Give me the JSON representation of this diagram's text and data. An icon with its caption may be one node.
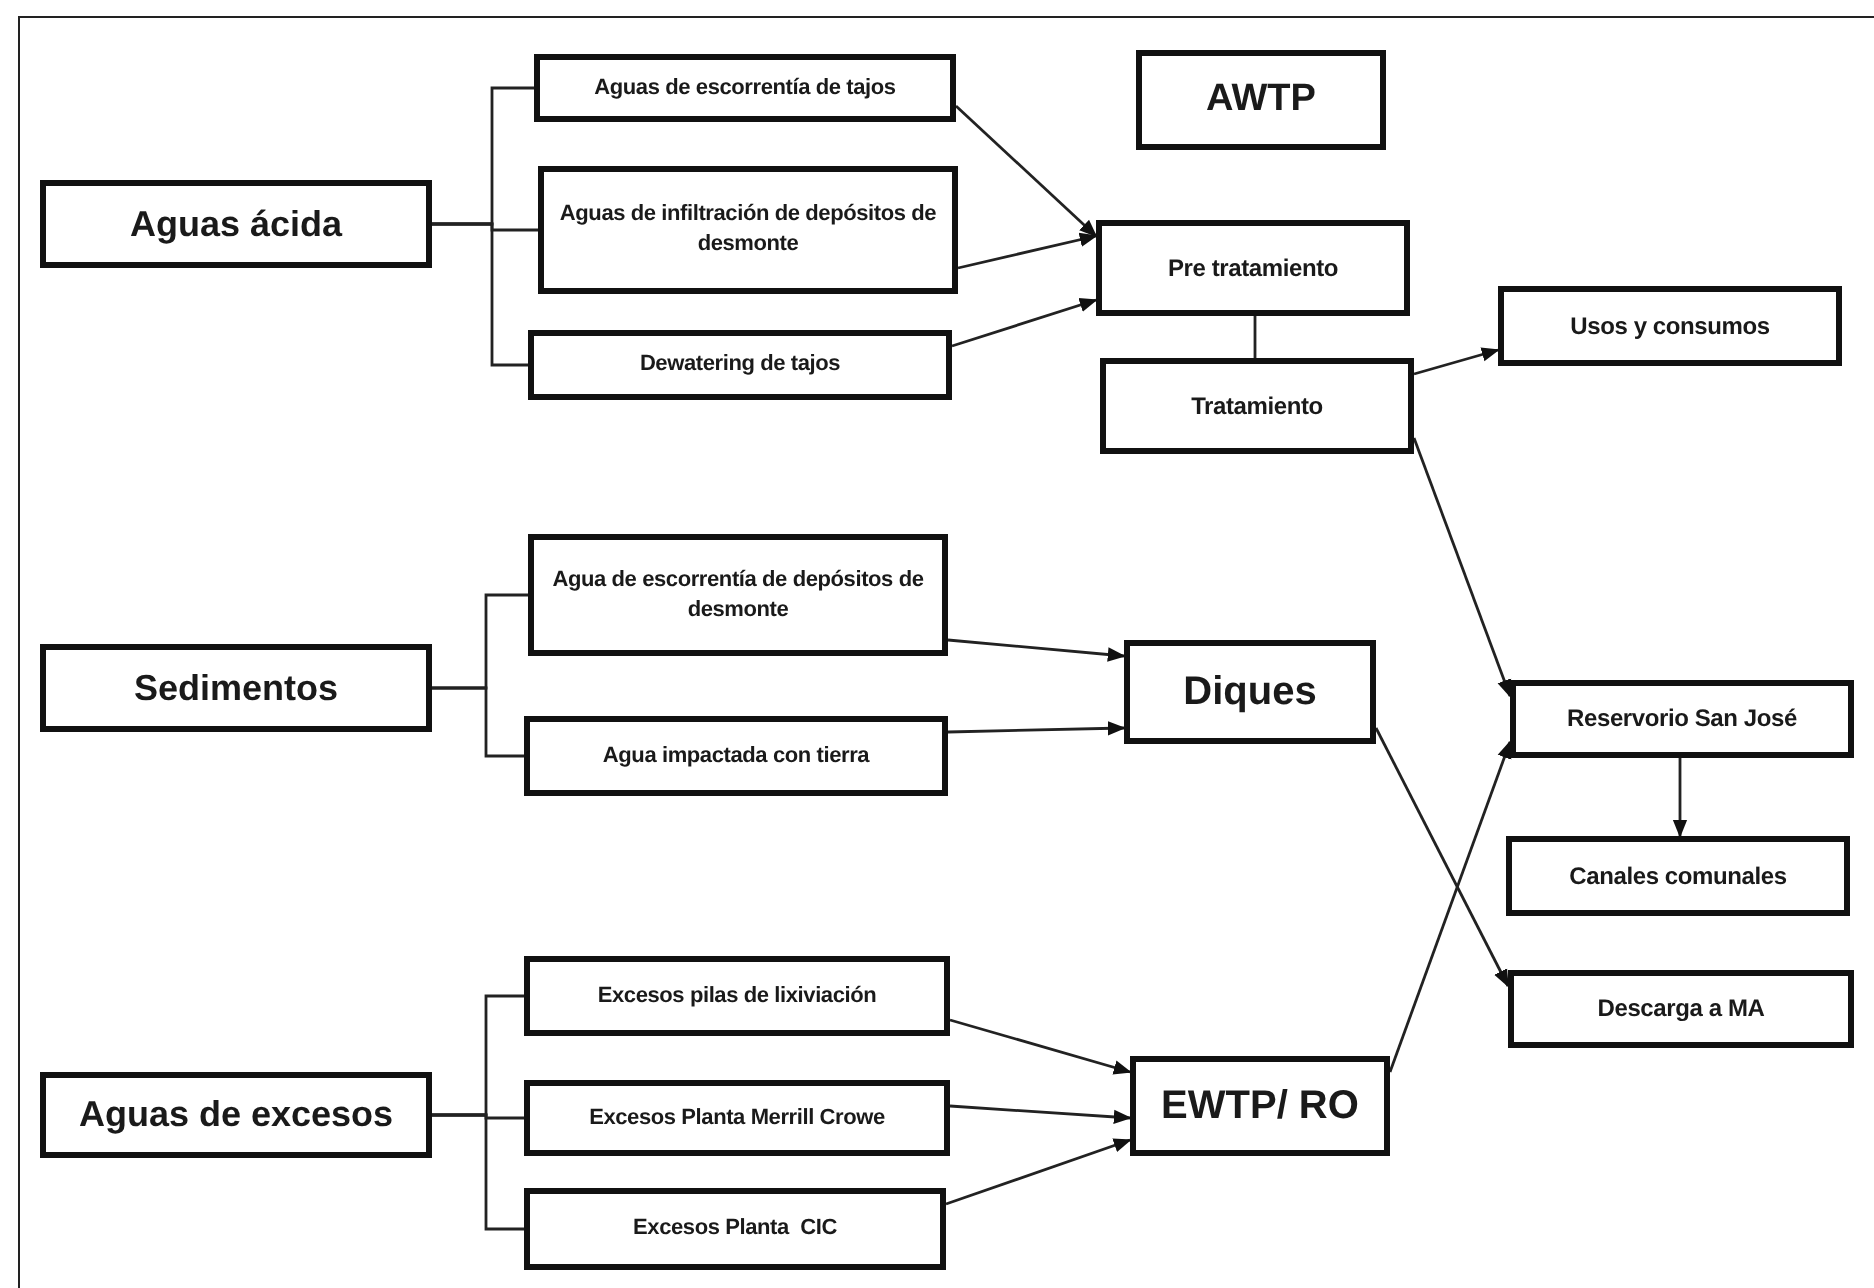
{
  "diagram": {
    "nodes": [
      {
        "text": [
          "Aguas ácida"
        ]
      },
      {
        "text": [
          "Aguas de escorrentía de tajos"
        ]
      },
      {
        "text": [
          "Aguas de infiltración de depósitos de desmonte"
        ]
      },
      {
        "text": [
          "Dewatering de tajos"
        ]
      },
      {
        "text": [
          "AWTP"
        ]
      },
      {
        "text": [
          "Pre tratamiento"
        ]
      },
      {
        "text": [
          "Usos y consumos"
        ]
      },
      {
        "text": [
          "Tratamiento"
        ]
      },
      {
        "text": [
          "Agua de escorrentía de depósitos de desmonte"
        ]
      },
      {
        "text": [
          "Sedimentos"
        ]
      },
      {
        "text": [
          "Diques"
        ]
      },
      {
        "text": [
          "Agua impactada con tierra"
        ]
      },
      {
        "text": [
          "Reservorio San José"
        ]
      },
      {
        "text": [
          "Canales comunales"
        ]
      },
      {
        "text": [
          "Descarga a MA"
        ]
      },
      {
        "text": [
          "Excesos pilas de lixiviación"
        ]
      },
      {
        "text": [
          "Aguas de excesos"
        ]
      },
      {
        "text": [
          "EWTP/ RO"
        ]
      },
      {
        "text": [
          "Excesos Planta Merrill Crowe"
        ]
      },
      {
        "text": [
          "Excesos Planta  CIC"
        ]
      }
    ],
    "edges": [
      {
        "from": 0,
        "to": 1,
        "arrow": "none"
      },
      {
        "from": 0,
        "to": 2,
        "arrow": "none"
      },
      {
        "from": 0,
        "to": 3,
        "arrow": "none"
      },
      {
        "from": 9,
        "to": 8,
        "arrow": "none"
      },
      {
        "from": 9,
        "to": 11,
        "arrow": "none"
      },
      {
        "from": 16,
        "to": 15,
        "arrow": "none"
      },
      {
        "from": 16,
        "to": 18,
        "arrow": "none"
      },
      {
        "from": 16,
        "to": 19,
        "arrow": "none"
      },
      {
        "from": 1,
        "to": 5,
        "arrow": "to"
      },
      {
        "from": 2,
        "to": 5,
        "arrow": "to"
      },
      {
        "from": 3,
        "to": 5,
        "arrow": "to"
      },
      {
        "from": 5,
        "to": 7,
        "arrow": "none"
      },
      {
        "from": 7,
        "to": 6,
        "arrow": "to"
      },
      {
        "from": 7,
        "to": 12,
        "arrow": "to"
      },
      {
        "from": 8,
        "to": 10,
        "arrow": "to"
      },
      {
        "from": 11,
        "to": 10,
        "arrow": "to"
      },
      {
        "from": 10,
        "to": 14,
        "arrow": "to"
      },
      {
        "from": 17,
        "to": 12,
        "arrow": "to"
      },
      {
        "from": 12,
        "to": 13,
        "arrow": "to"
      },
      {
        "from": 15,
        "to": 17,
        "arrow": "to"
      },
      {
        "from": 18,
        "to": 17,
        "arrow": "to"
      },
      {
        "from": 19,
        "to": 17,
        "arrow": "to"
      }
    ]
  }
}
